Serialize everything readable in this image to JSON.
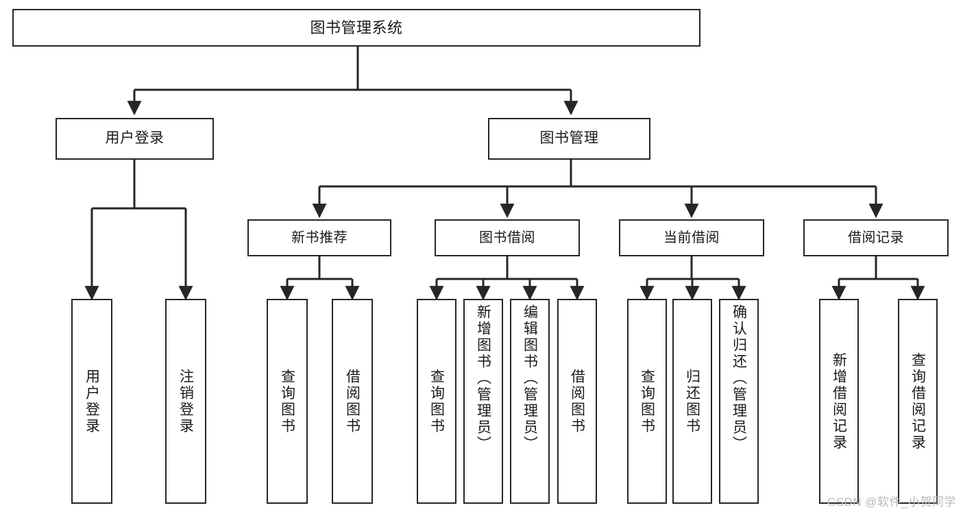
{
  "diagram": {
    "type": "tree",
    "title": "图书管理系统",
    "watermark": "CSDN @软件_小贺同学",
    "colors": {
      "box_border": "#262626",
      "box_fill": "#ffffff",
      "connector": "#262626",
      "text": "#1a1a1a",
      "watermark": "#b9b9b9",
      "background": "#ffffff"
    },
    "root": {
      "label": "图书管理系统"
    },
    "level1": [
      {
        "label": "用户登录"
      },
      {
        "label": "图书管理"
      }
    ],
    "level2": [
      {
        "label": "新书推荐",
        "parent": "图书管理"
      },
      {
        "label": "图书借阅",
        "parent": "图书管理"
      },
      {
        "label": "当前借阅",
        "parent": "图书管理"
      },
      {
        "label": "借阅记录",
        "parent": "图书管理"
      }
    ],
    "leaves": {
      "user_login": [
        {
          "label": "用户登录"
        },
        {
          "label": "注销登录"
        }
      ],
      "new_book_recommend": [
        {
          "label": "查询图书"
        },
        {
          "label": "借阅图书"
        }
      ],
      "book_borrow": [
        {
          "label": "查询图书"
        },
        {
          "label": "新增图书（管理员）"
        },
        {
          "label": "编辑图书（管理员）"
        },
        {
          "label": "借阅图书"
        }
      ],
      "current_borrow": [
        {
          "label": "查询图书"
        },
        {
          "label": "归还图书"
        },
        {
          "label": "确认归还（管理员）"
        }
      ],
      "borrow_record": [
        {
          "label": "新增借阅记录"
        },
        {
          "label": "查询借阅记录"
        }
      ]
    }
  }
}
